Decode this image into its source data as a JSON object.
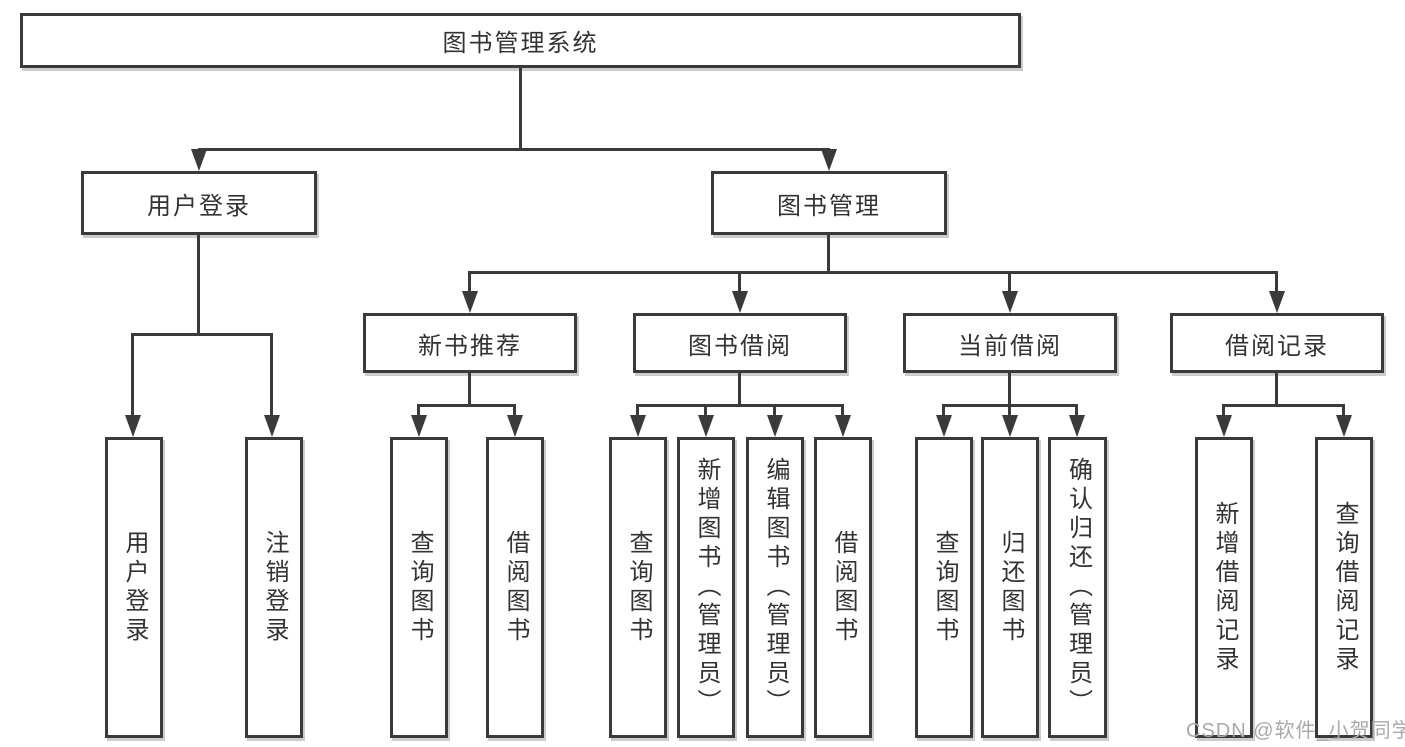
{
  "tree": {
    "root": {
      "label": "图书管理系统"
    },
    "branches": [
      {
        "label": "用户登录",
        "children": [
          {
            "label": "用户登录"
          },
          {
            "label": "注销登录"
          }
        ]
      },
      {
        "label": "图书管理",
        "children": [
          {
            "label": "新书推荐",
            "children": [
              {
                "label": "查询图书"
              },
              {
                "label": "借阅图书"
              }
            ]
          },
          {
            "label": "图书借阅",
            "children": [
              {
                "label": "查询图书"
              },
              {
                "label": "新增图书（管理员）"
              },
              {
                "label": "编辑图书（管理员）"
              },
              {
                "label": "借阅图书"
              }
            ]
          },
          {
            "label": "当前借阅",
            "children": [
              {
                "label": "查询图书"
              },
              {
                "label": "归还图书"
              },
              {
                "label": "确认归还（管理员）"
              }
            ]
          },
          {
            "label": "借阅记录",
            "children": [
              {
                "label": "新增借阅记录"
              },
              {
                "label": "查询借阅记录"
              }
            ]
          }
        ]
      }
    ]
  },
  "watermark": {
    "text": "CSDN @软件_小贺同学"
  },
  "colors": {
    "line": "#3a3a3a",
    "text": "#333333",
    "watermark": "#a9a9a9",
    "background": "#ffffff"
  }
}
